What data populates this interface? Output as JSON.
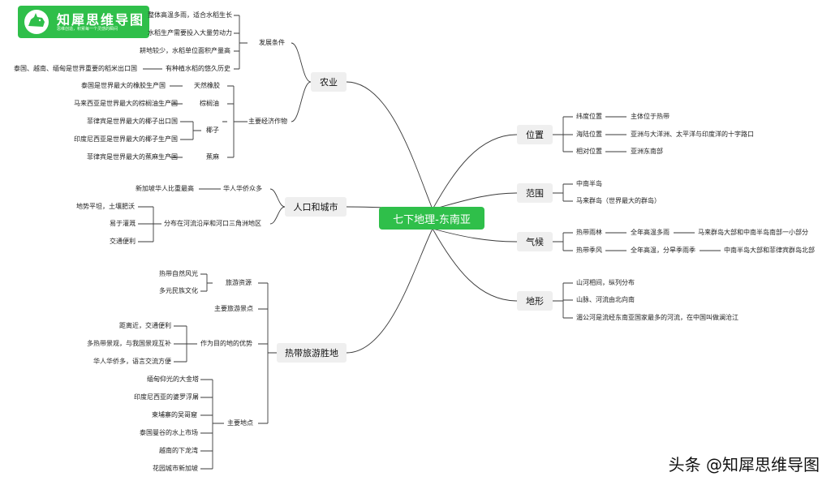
{
  "logo": {
    "title": "知犀思维导图",
    "slogan": "思维创造，积累每一个灵感的瞬间"
  },
  "root": "七下地理-东南亚",
  "watermark": "头条 @知犀思维导图",
  "left": {
    "agri": {
      "label": "农业",
      "conditions": {
        "label": "发展条件",
        "items": [
          "整体高温多雨，适合水稻生长",
          "水稻生产需要投入大量劳动力",
          "耕地较少，水稻单位面积产量高",
          "有种植水稻的悠久历史"
        ],
        "rice_exporters": "泰国、越南、缅甸是世界重要的稻米出口国"
      },
      "crops": {
        "label": "主要经济作物",
        "rubber": {
          "label": "天然橡胶",
          "note": "泰国是世界最大的橡胶生产国"
        },
        "palm": {
          "label": "棕榈油",
          "note": "马来西亚是世界最大的棕榈油生产国"
        },
        "coconut": {
          "label": "椰子",
          "notes": [
            "菲律宾是世界最大的椰子出口国",
            "印度尼西亚是世界最大的椰子生产国"
          ]
        },
        "abaca": {
          "label": "蕉麻",
          "note": "菲律宾是世界最大的蕉麻生产国"
        }
      }
    },
    "pop": {
      "label": "人口和城市",
      "chinese": {
        "label": "华人华侨众多",
        "note": "新加坡华人比重最高"
      },
      "dist": {
        "label": "分布在河流沿岸和河口三角洲地区",
        "items": [
          "地势平坦，土壤肥沃",
          "易于灌溉",
          "交通便利"
        ]
      }
    },
    "tour": {
      "label": "热带旅游胜地",
      "resources": {
        "label": "旅游资源",
        "items": [
          "热带自然风光",
          "多元民族文化"
        ]
      },
      "spots": "主要旅游景点",
      "advantage": {
        "label": "作为目的地的优势",
        "items": [
          "距离近，交通便利",
          "多热带景观，与我国景观互补",
          "华人华侨多，语言交流方便"
        ]
      },
      "places": {
        "label": "主要地点",
        "items": [
          "缅甸仰光的大金塔",
          "印度尼西亚的婆罗浮屠",
          "柬埔寨的吴哥窟",
          "泰国曼谷的水上市场",
          "越南的下龙湾",
          "花园城市新加坡"
        ]
      }
    }
  },
  "right": {
    "pos": {
      "label": "位置",
      "lat": {
        "label": "纬度位置",
        "value": "主体位于热带"
      },
      "sea": {
        "label": "海陆位置",
        "value": "亚洲与大洋洲、太平洋与印度洋的十字路口"
      },
      "rel": {
        "label": "相对位置",
        "value": "亚洲东南部"
      }
    },
    "range": {
      "label": "范围",
      "items": [
        "中南半岛",
        "马来群岛（世界最大的群岛）"
      ]
    },
    "climate": {
      "label": "气候",
      "rain": {
        "label": "热带雨林",
        "feature": "全年高温多雨",
        "area": "马来群岛大部和中南半岛南部一小部分"
      },
      "mon": {
        "label": "热带季风",
        "feature": "全年高温，分旱季雨季",
        "area": "中南半岛大部和菲律宾群岛北部"
      }
    },
    "terrain": {
      "label": "地形",
      "items": [
        "山河相间，纵列分布",
        "山脉、河流由北向南",
        "湄公河是流经东南亚国家最多的河流，在中国叫做澜沧江"
      ]
    }
  }
}
